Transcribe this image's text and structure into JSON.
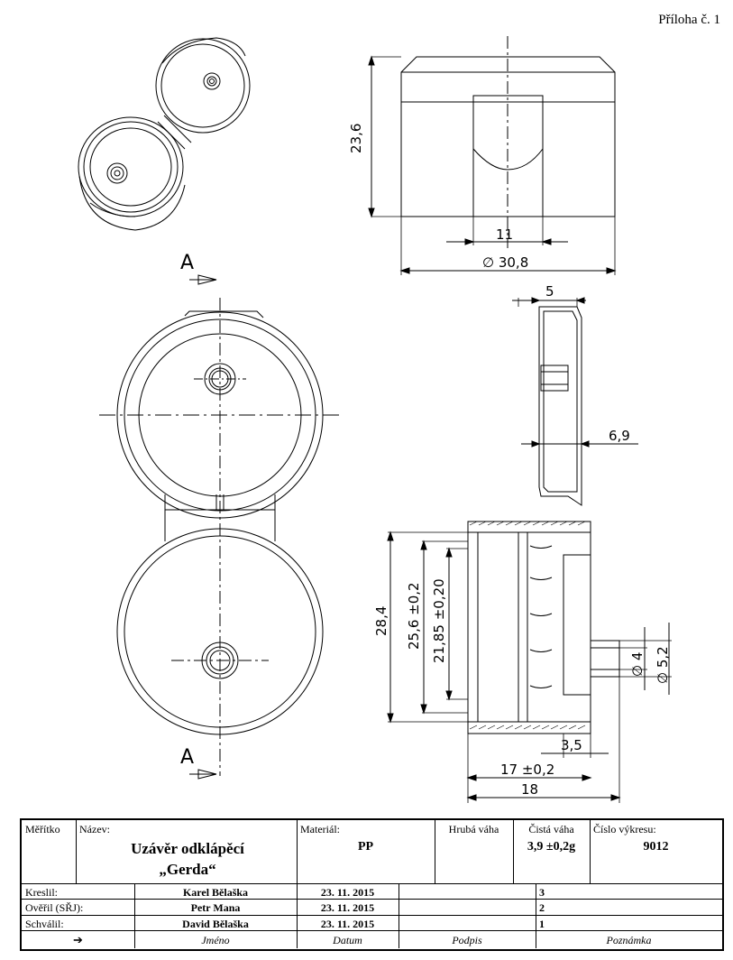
{
  "annex_label": "Příloha č. 1",
  "section_letter_top": "A",
  "section_letter_bottom": "A",
  "dimensions": {
    "height_top_view": "23,6",
    "width_slot": "11",
    "diameter_outer": "∅ 30,8",
    "lid_depth": "5",
    "lid_offset": "6,9",
    "height_total": "28,4",
    "thread_outer": "25,6 ±0,2",
    "thread_inner": "21,85 ±0,20",
    "pin_diameter_small": "∅ 4",
    "pin_diameter_large": "∅ 5,2",
    "pin_length": "3,5",
    "body_height": "17 ±0,2",
    "overall_width": "18"
  },
  "title_block": {
    "scale_label": "Měřítko",
    "name_label": "Název:",
    "name_line1": "Uzávěr odklápěcí",
    "name_line2": "„Gerda“",
    "material_label": "Materiál:",
    "material_value": "PP",
    "gross_weight_label": "Hrubá váha",
    "net_weight_label": "Čistá váha",
    "net_weight_value": "3,9 ±0,2g",
    "drawing_no_label": "Číslo výkresu:",
    "drawing_no_value": "9012",
    "rows": [
      {
        "role": "Kreslil:",
        "name": "Karel Bělaška",
        "date": "23. 11. 2015",
        "sign": "",
        "note": "3"
      },
      {
        "role": "Ověřil (SŘJ):",
        "name": "Petr Mana",
        "date": "23. 11. 2015",
        "sign": "",
        "note": "2"
      },
      {
        "role": "Schválil:",
        "name": "David Bělaška",
        "date": "23. 11. 2015",
        "sign": "",
        "note": "1"
      }
    ],
    "footer_arrow": "➔",
    "footer_name": "Jméno",
    "footer_date": "Datum",
    "footer_sign": "Podpis",
    "footer_note": "Poznámka"
  }
}
